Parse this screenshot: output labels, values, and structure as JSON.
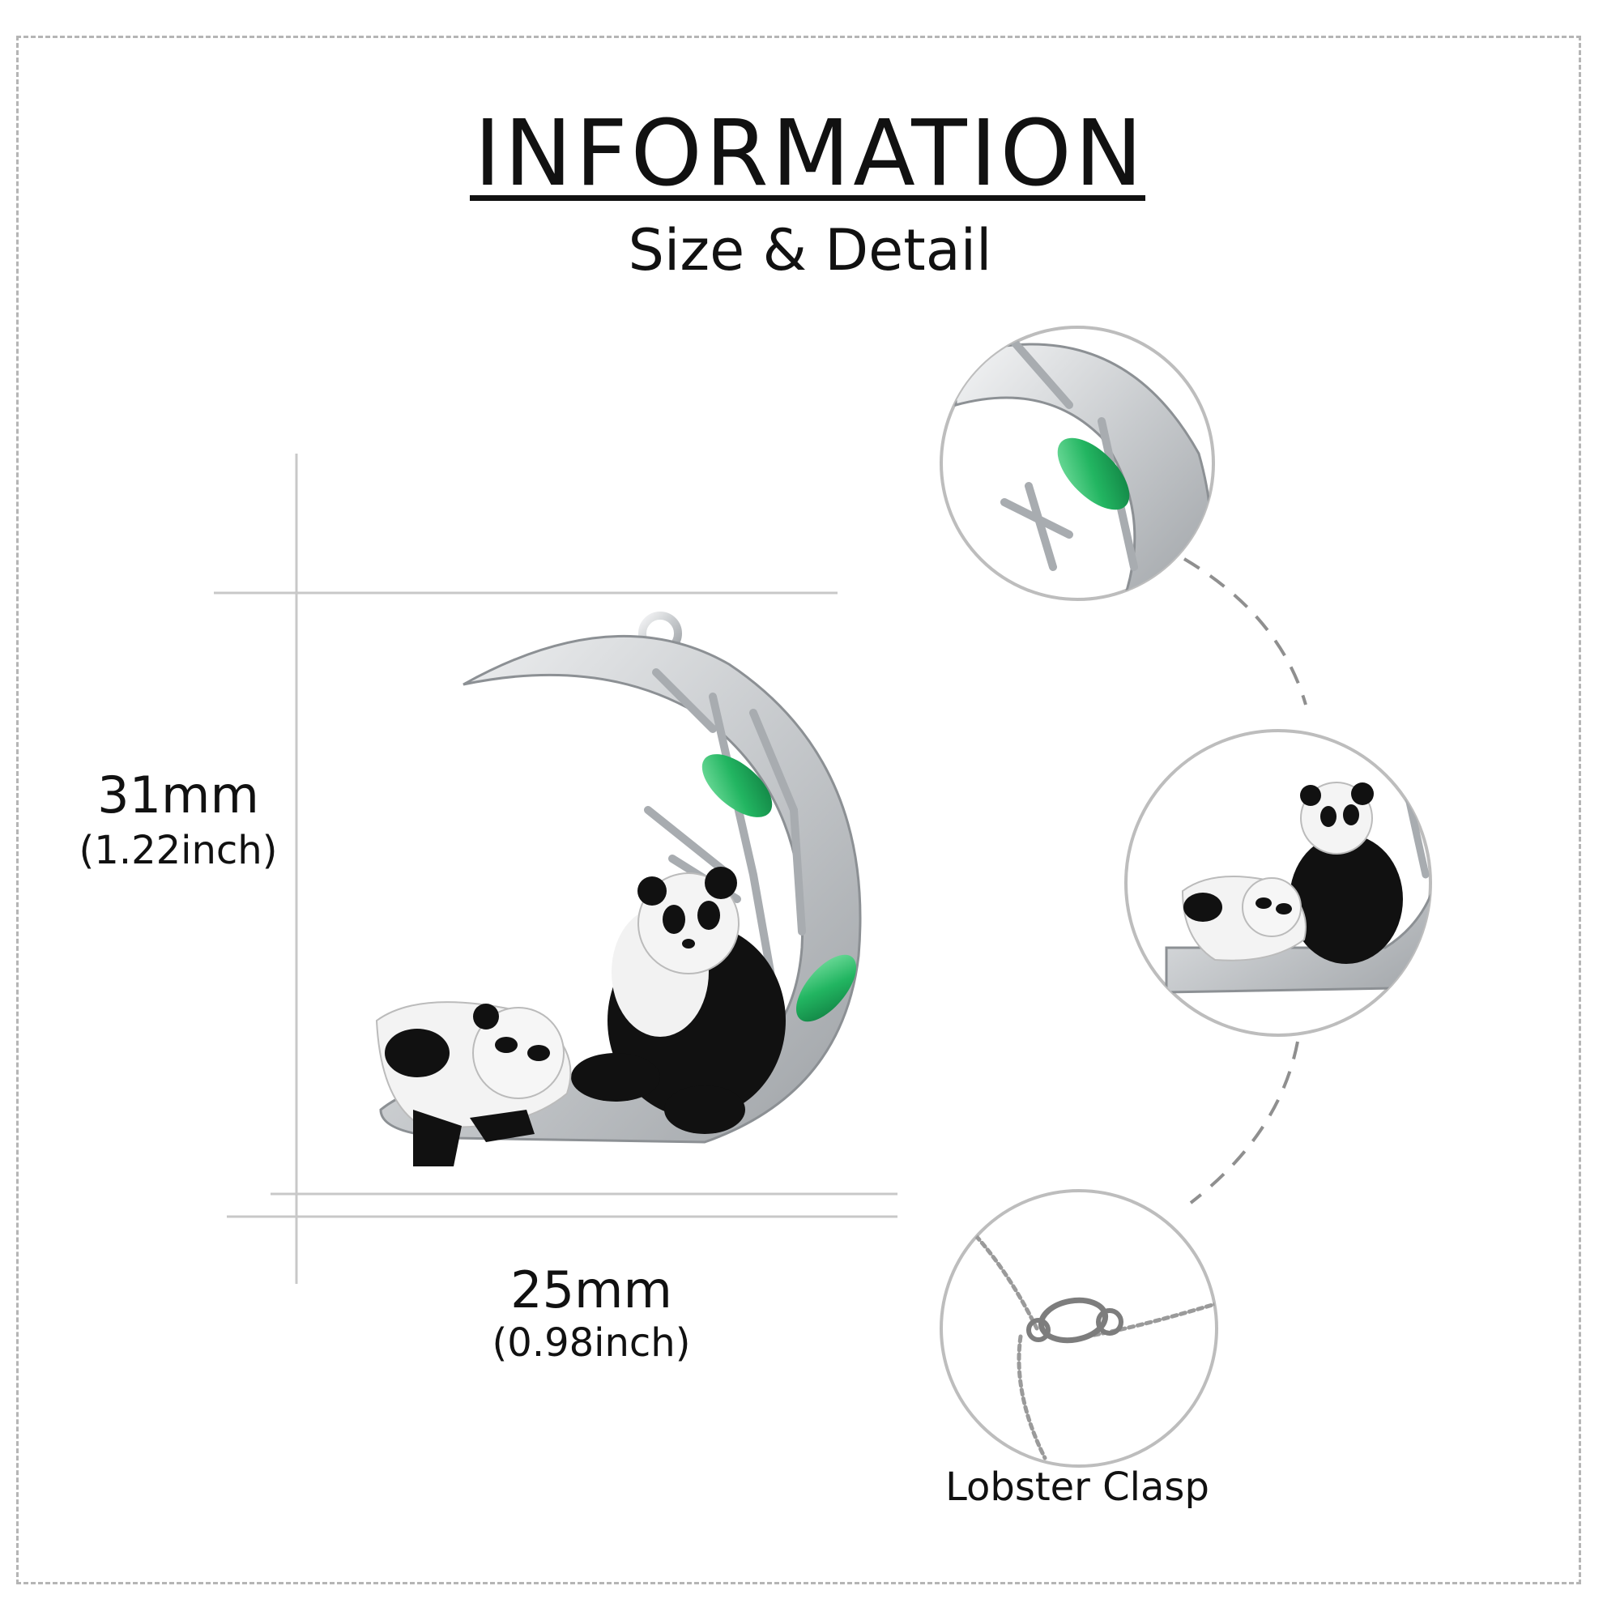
{
  "header": {
    "title": "INFORMATION",
    "subtitle": "Size & Detail"
  },
  "dimensions": {
    "height_mm": "31mm",
    "height_inch": "(1.22inch)",
    "width_mm": "25mm",
    "width_inch": "(0.98inch)"
  },
  "details": {
    "clasp_caption": "Lobster Clasp"
  },
  "colors": {
    "text": "#111111",
    "guide_lines": "#c8c8c8",
    "gem": "#2ebd6b",
    "silver": "#cfd2d6",
    "enamel": "#111111"
  }
}
